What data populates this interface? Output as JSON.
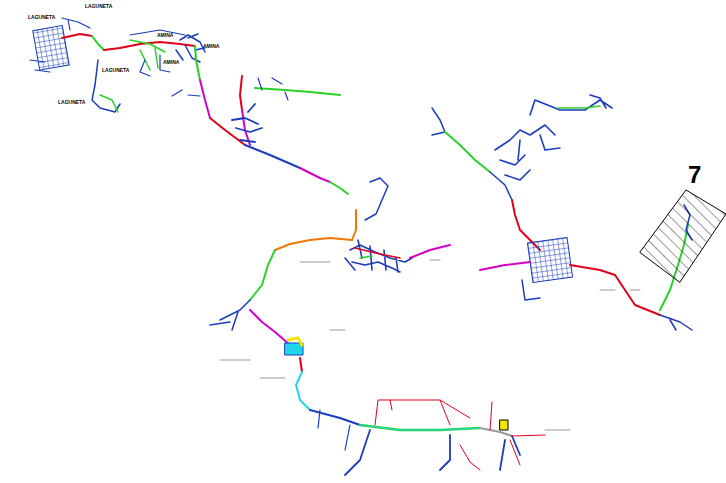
{
  "diagram": {
    "labels": [
      "LAGUNETA",
      "LAGUNETA",
      "LAGUNETA",
      "LAGUNETA",
      "AMINA",
      "AMINA",
      "AMINA",
      "7"
    ]
  }
}
